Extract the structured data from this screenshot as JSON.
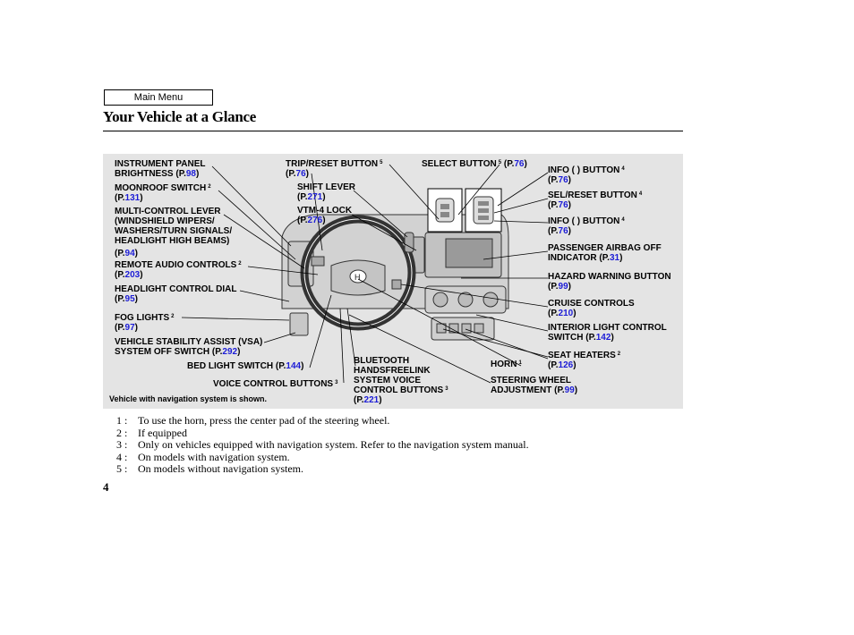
{
  "nav": {
    "main_menu": "Main Menu"
  },
  "page": {
    "title": "Your Vehicle at a Glance",
    "number": "4"
  },
  "figure": {
    "caption": "Vehicle with navigation system is shown."
  },
  "labels": {
    "instrument_panel_brightness": {
      "line1": "INSTRUMENT PANEL",
      "line2": "BRIGHTNESS",
      "page": "98"
    },
    "moonroof_switch": {
      "text": "MOONROOF SWITCH",
      "sup": "2",
      "page": "131"
    },
    "multi_control_lever": {
      "line1": "MULTI-CONTROL LEVER",
      "line2": "(WINDSHIELD WIPERS/",
      "line3": "WASHERS/TURN SIGNALS/",
      "line4": "HEADLIGHT HIGH BEAMS)",
      "page": "94"
    },
    "remote_audio_controls": {
      "text": "REMOTE AUDIO CONTROLS",
      "sup": "2",
      "page": "203"
    },
    "headlight_control_dial": {
      "text": "HEADLIGHT CONTROL DIAL",
      "page": "95"
    },
    "fog_lights": {
      "text": "FOG LIGHTS",
      "sup": "2",
      "page": "97"
    },
    "vsa_off_switch": {
      "line1": "VEHICLE STABILITY ASSIST (VSA)",
      "line2": "SYSTEM OFF SWITCH",
      "page": "292"
    },
    "bed_light_switch": {
      "text": "BED LIGHT SWITCH",
      "page": "144"
    },
    "voice_control_buttons": {
      "text": "VOICE CONTROL BUTTONS",
      "sup": "3"
    },
    "trip_reset_button": {
      "text": "TRIP/RESET BUTTON",
      "sup": "5",
      "page": "76"
    },
    "shift_lever": {
      "text": "SHIFT LEVER",
      "page": "271"
    },
    "vtm4_lock": {
      "text": "VTM-4 LOCK",
      "page": "276"
    },
    "select_button": {
      "text": "SELECT BUTTON",
      "sup": "5",
      "page": "76"
    },
    "info_button_up": {
      "text": "INFO (    ) BUTTON",
      "sup": "4",
      "page": "76"
    },
    "sel_reset_button": {
      "text": "SEL/RESET BUTTON",
      "sup": "4",
      "page": "76"
    },
    "info_button_down": {
      "text": "INFO (    ) BUTTON",
      "sup": "4",
      "page": "76"
    },
    "passenger_airbag_off": {
      "line1": "PASSENGER AIRBAG OFF",
      "line2": "INDICATOR",
      "page": "31"
    },
    "hazard_warning_button": {
      "text": "HAZARD WARNING BUTTON",
      "page": "99"
    },
    "cruise_controls": {
      "text": "CRUISE CONTROLS",
      "page": "210"
    },
    "interior_light_switch": {
      "line1": "INTERIOR LIGHT CONTROL",
      "line2": "SWITCH",
      "page": "142"
    },
    "seat_heaters": {
      "text": "SEAT HEATERS",
      "sup": "2",
      "page": "126"
    },
    "bluetooth": {
      "line1": "BLUETOOTH",
      "line2": "HANDSFREELINK",
      "line3": "SYSTEM VOICE",
      "line4": "CONTROL BUTTONS",
      "sup": "3",
      "page": "221"
    },
    "horn": {
      "text": "HORN",
      "sup": "1"
    },
    "steering_wheel_adjustment": {
      "line1": "STEERING WHEEL",
      "line2": "ADJUSTMENT",
      "page": "99"
    }
  },
  "ref": {
    "prefix": "P.",
    "open": "(",
    "close": ")"
  },
  "footnotes": [
    {
      "num": "1 :",
      "text": "To use the horn, press the center pad of the steering wheel."
    },
    {
      "num": "2 :",
      "text": "If equipped"
    },
    {
      "num": "3 :",
      "text": "Only on vehicles equipped with navigation system. Refer to the navigation system manual."
    },
    {
      "num": "4 :",
      "text": "On models with navigation system."
    },
    {
      "num": "5 :",
      "text": "On models without navigation system."
    }
  ]
}
